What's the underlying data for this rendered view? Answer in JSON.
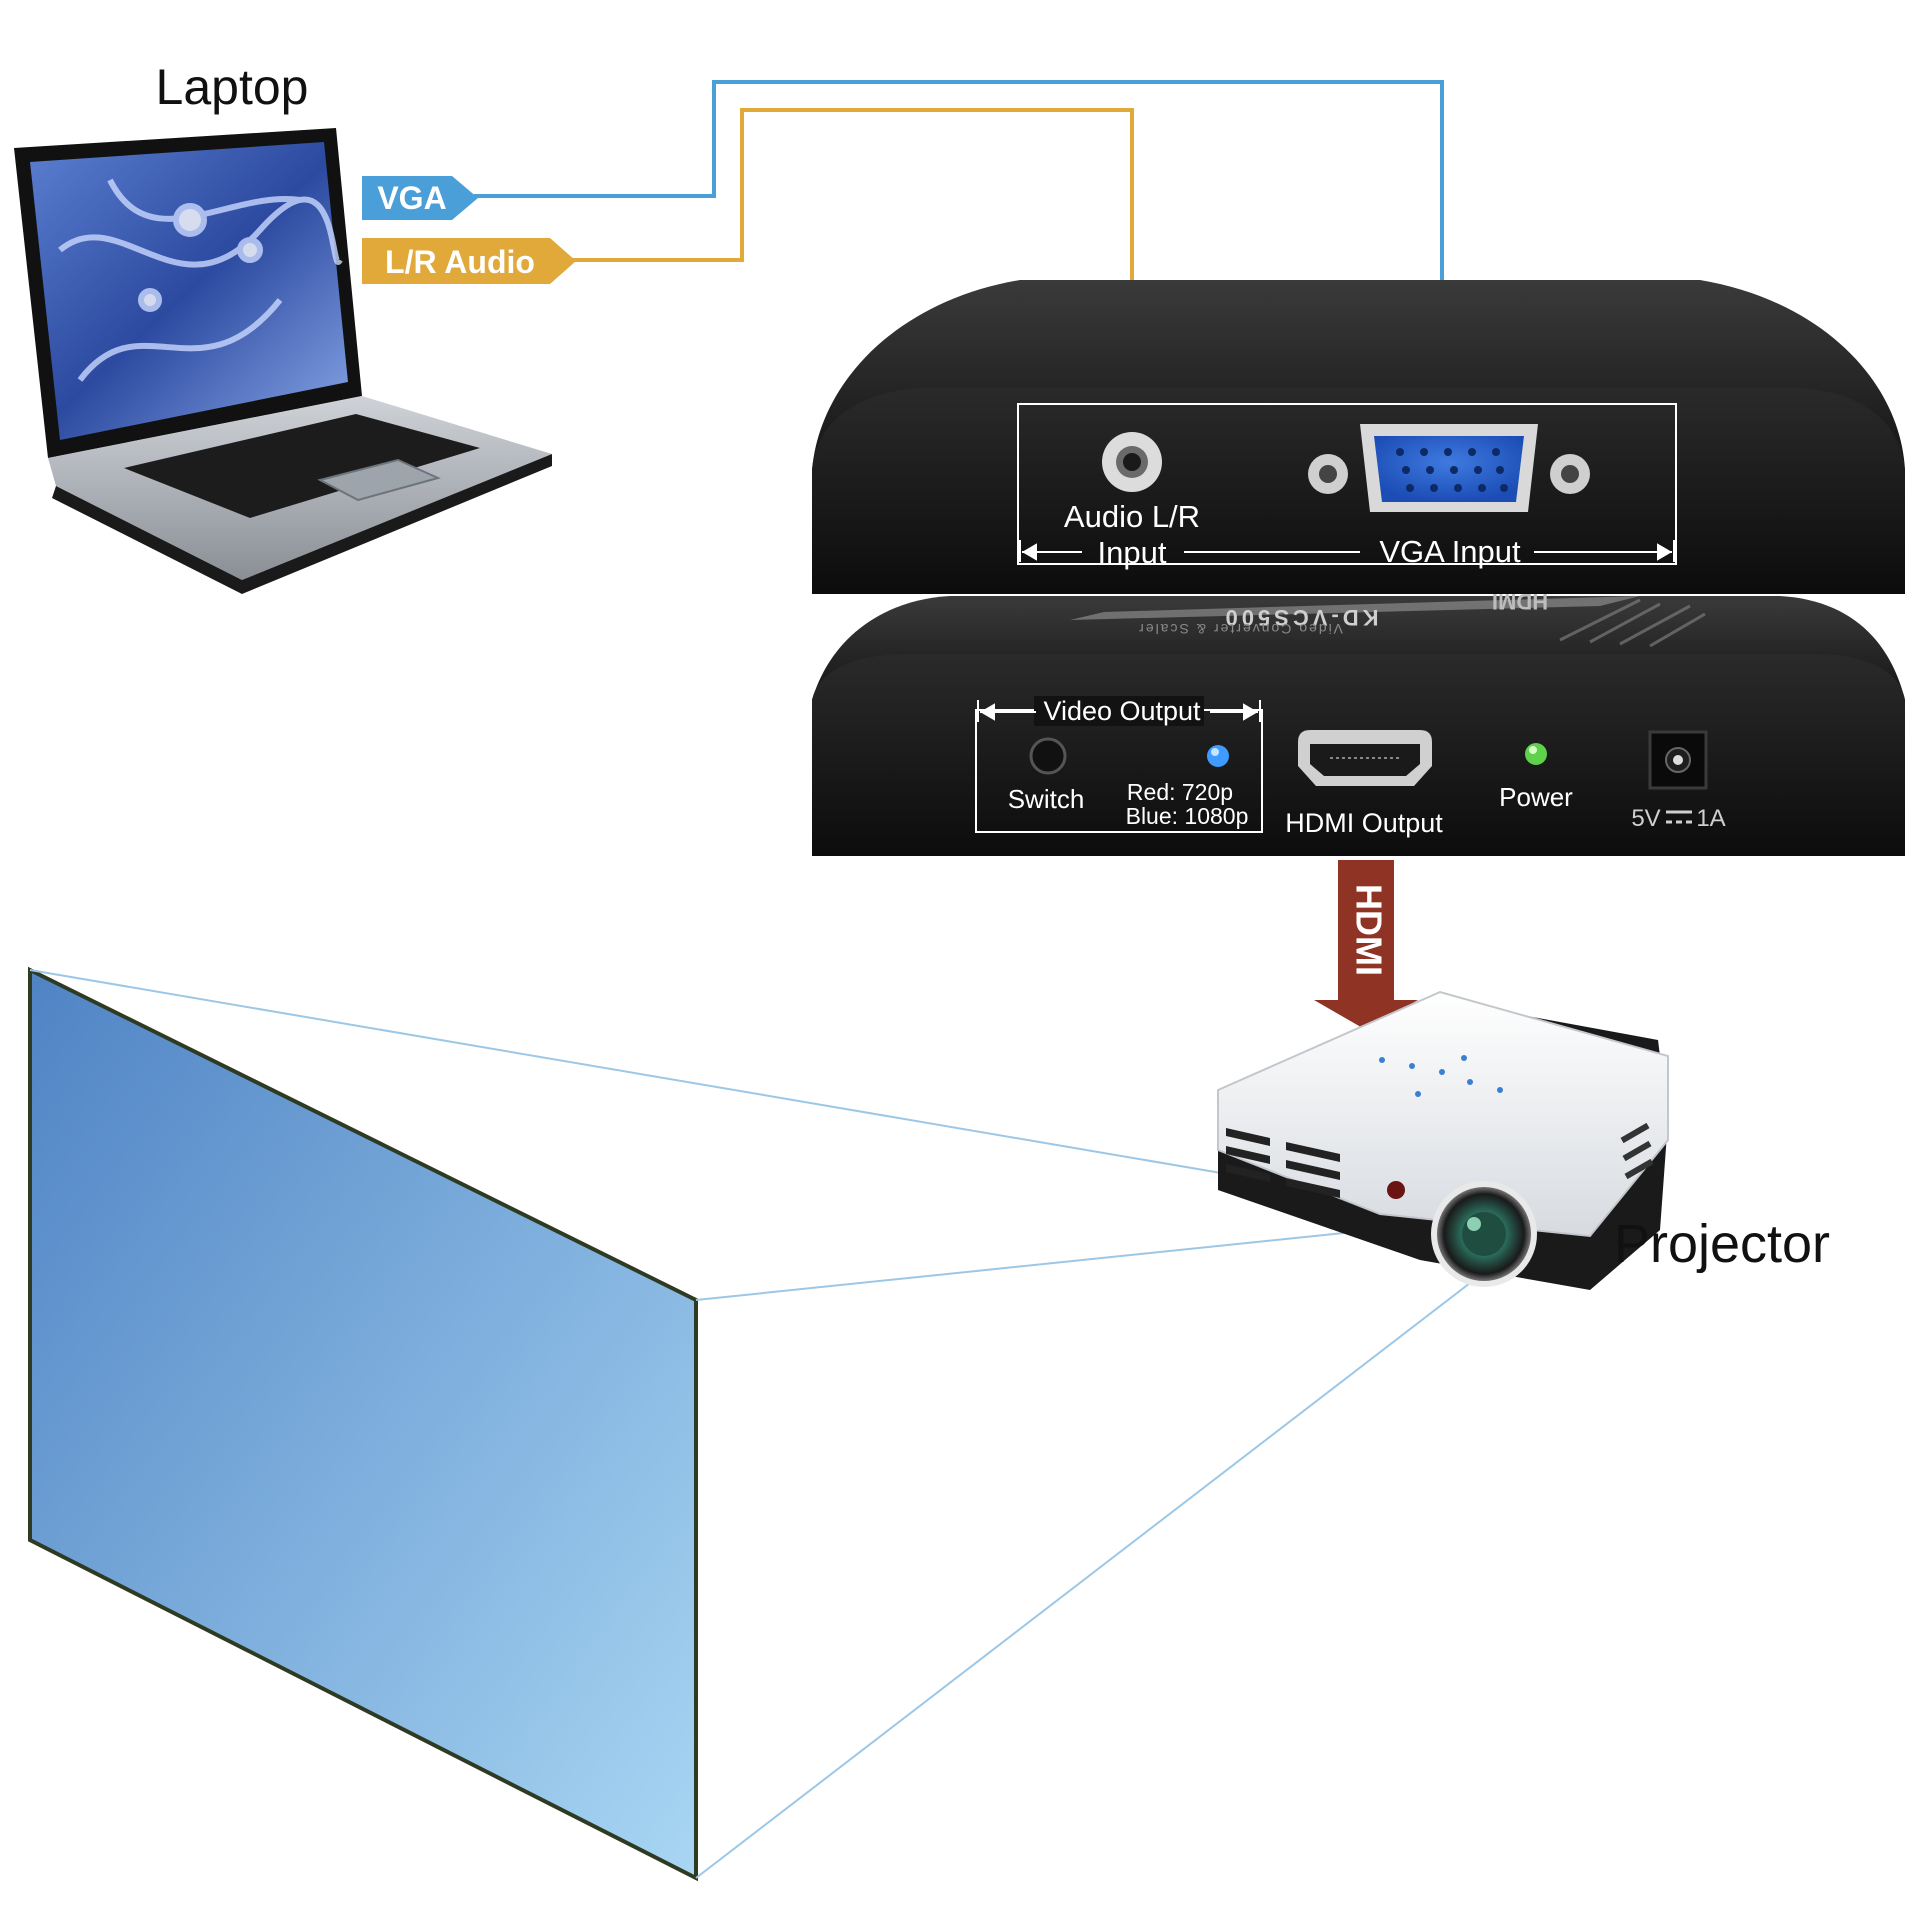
{
  "laptop": {
    "title": "Laptop"
  },
  "cables": {
    "vga_tag": "VGA",
    "audio_tag": "L/R Audio",
    "hdmi_tag": "HDMI",
    "vga_color": "#4a9fd8",
    "audio_color": "#e0a93a",
    "hdmi_color": "#8f3324"
  },
  "device": {
    "model": "KD-VCS500",
    "brand": "HDMI",
    "subtitle": "Video Converter & Scaler",
    "input_panel": {
      "audio_label_line1": "Audio L/R",
      "audio_label_line2": "Input",
      "vga_label": "VGA Input"
    },
    "output_panel": {
      "video_output_label": "Video Output",
      "switch_label": "Switch",
      "led_red": "Red: 720p",
      "led_blue": "Blue: 1080p",
      "hdmi_output_label": "HDMI Output",
      "power_label": "Power",
      "dc_label": "5V",
      "dc_current": "1A"
    }
  },
  "projector": {
    "title": "Projector"
  },
  "screen": {
    "color_top": "#4f83c4",
    "color_bottom": "#a8d6f3"
  }
}
